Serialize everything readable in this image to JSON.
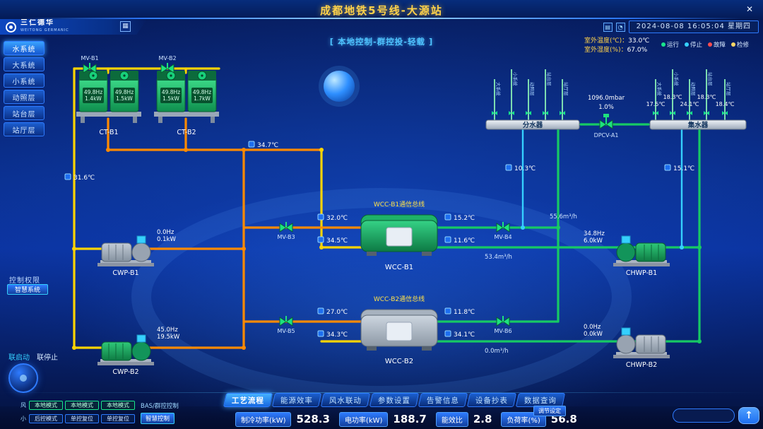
{
  "header": {
    "title": "成都地铁5号线-大源站",
    "logo_main": "三仁德华",
    "logo_sub": "WEITONG GERMANIC",
    "app_grid_icon": "▦",
    "calendar_icon": "▤",
    "clock_icon": "◔",
    "datetime": "2024-08-08 16:05:04 星期四",
    "close_icon": "✕",
    "mode_banner": "[ 本地控制-群控投-轻载 ]",
    "weather": {
      "temp_label": "室外温度(℃)：",
      "temp_value": "33.0℃",
      "hum_label": "室外湿度(%)：",
      "hum_value": "67.0%"
    },
    "legend": [
      {
        "label": "运行",
        "color": "#19e68c"
      },
      {
        "label": "停止",
        "color": "#35d0ff"
      },
      {
        "label": "故障",
        "color": "#ff4d4f"
      },
      {
        "label": "检修",
        "color": "#ffd666"
      }
    ]
  },
  "sidebar": {
    "items": [
      {
        "label": "水系统",
        "active": true
      },
      {
        "label": "大系统",
        "active": false
      },
      {
        "label": "小系统",
        "active": false
      },
      {
        "label": "动照层",
        "active": false
      },
      {
        "label": "站台层",
        "active": false
      },
      {
        "label": "站厅层",
        "active": false
      }
    ],
    "control_permission_label": "控制权限",
    "control_permission_value": "智慧系统",
    "link_start": "联启动",
    "link_stop": "联停止"
  },
  "diagram": {
    "towers": [
      {
        "name": "CT-B1",
        "fans": [
          {
            "hz": "49.8Hz",
            "kw": "1.4kW"
          },
          {
            "hz": "49.8Hz",
            "kw": "1.5kW"
          }
        ]
      },
      {
        "name": "CT-B2",
        "fans": [
          {
            "hz": "49.8Hz",
            "kw": "1.5kW"
          },
          {
            "hz": "49.8Hz",
            "kw": "1.7kW"
          }
        ]
      }
    ],
    "chillers": [
      {
        "name": "WCC-B1",
        "status": "WCC-B1通信总线",
        "running": true
      },
      {
        "name": "WCC-B2",
        "status": "WCC-B2通信总线",
        "running": false
      }
    ],
    "pumps": [
      {
        "name": "CWP-B1",
        "hz": "0.0Hz",
        "kw": "0.1kW",
        "running": false
      },
      {
        "name": "CWP-B2",
        "hz": "45.0Hz",
        "kw": "19.5kW",
        "running": true
      },
      {
        "name": "CHWP-B1",
        "hz": "34.8Hz",
        "kw": "6.0kW",
        "running": true
      },
      {
        "name": "CHWP-B2",
        "hz": "0.0Hz",
        "kw": "0.0kW",
        "running": false
      }
    ],
    "valves": [
      "MV-B1",
      "MV-B2",
      "MV-B3",
      "MV-B4",
      "MV-B5",
      "MV-B6"
    ],
    "dpcv": {
      "name": "DPCV-A1",
      "pressure": "1096.0mbar",
      "opening": "1.0%"
    },
    "manifolds": {
      "supply": "分水器",
      "return": "集水器"
    },
    "riser_labels": [
      "大系统",
      "小系统",
      "动照层",
      "站台层",
      "站厅层"
    ],
    "sensors": {
      "t31_6": "31.6℃",
      "t34_7": "34.7℃",
      "wcc_b1_in_top": "32.0℃",
      "wcc_b1_in_bottom": "34.5℃",
      "wcc_b1_out_top": "15.2℃",
      "wcc_b1_out_bottom": "11.6℃",
      "wcc_b1_flow": "53.4m³/h",
      "wcc_b2_in_top": "27.0℃",
      "wcc_b2_in_bottom": "34.3℃",
      "wcc_b2_out_top": "11.8℃",
      "wcc_b2_out_bottom": "34.1℃",
      "wcc_b2_flow": "0.0m³/h",
      "supply_header_temp": "10.3℃",
      "return_header_temp": "15.1℃",
      "chw_flow": "55.6m³/h",
      "return_risers": [
        "17.5℃",
        "18.3℃",
        "24.1℃",
        "18.3℃",
        "18.4℃"
      ]
    },
    "pipe_colors": {
      "condenser_supply": "#ff8a00",
      "condenser_return": "#ffd400",
      "chilled": "#17c964",
      "tap": "#35d0ff"
    }
  },
  "footer": {
    "tabs": [
      {
        "label": "工艺流程",
        "active": true
      },
      {
        "label": "能源效率",
        "active": false
      },
      {
        "label": "风水联动",
        "active": false
      },
      {
        "label": "参数设置",
        "active": false
      },
      {
        "label": "告警信息",
        "active": false
      },
      {
        "label": "设备抄表",
        "active": false
      },
      {
        "label": "数据查询",
        "active": false
      }
    ],
    "metrics": [
      {
        "label": "制冷功率(kW)",
        "value": "528.3"
      },
      {
        "label": "电功率(kW)",
        "value": "188.7"
      },
      {
        "label": "能效比",
        "value": "2.8"
      },
      {
        "label": "负荷率(%)",
        "value": "56.8"
      }
    ],
    "mode_panel": {
      "row_label1": "风",
      "row_label2": "小",
      "row1": [
        "本地模式",
        "本地模式",
        "本地模式"
      ],
      "row2": [
        "后控模式",
        "单控复位",
        "单控复位"
      ],
      "bas_label": "BAS/群控控制",
      "smart_label": "智慧控制"
    },
    "adjust_label": "调节设定",
    "command_input_value": "",
    "send_icon": "↑"
  }
}
